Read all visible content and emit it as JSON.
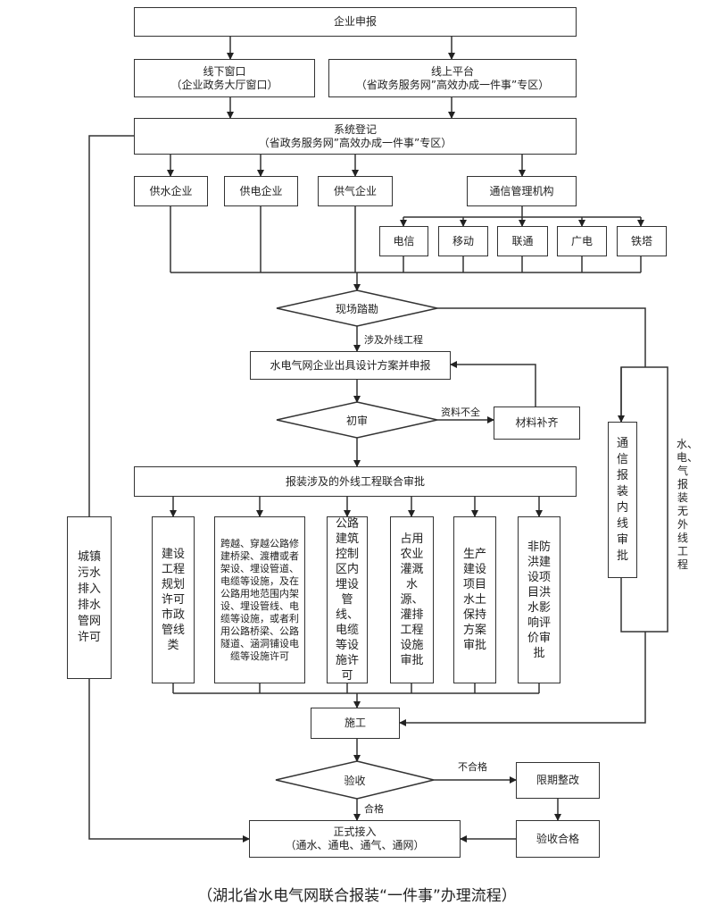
{
  "nodes": {
    "enterprise_apply": "企业申报",
    "offline": {
      "title": "线下窗口",
      "sub": "（企业政务大厅窗口）"
    },
    "online": {
      "title": "线上平台",
      "sub": "（省政务服务网”高效办成一件事”专区）"
    },
    "register": {
      "title": "系统登记",
      "sub": "（省政务服务网”高效办成一件事”专区）"
    },
    "water": "供水企业",
    "power": "供电企业",
    "gas": "供气企业",
    "telecom_admin": "通信管理机构",
    "carriers": [
      "电信",
      "移动",
      "联通",
      "广电",
      "铁塔"
    ],
    "survey": "现场踏勘",
    "external_label": "涉及外线工程",
    "design": "水电气网企业出具设计方案并申报",
    "prelim": "初审",
    "incomplete_label": "资料不全",
    "supplement": "材料补齐",
    "joint_approval": "报装涉及的外线工程联合审批",
    "approvals": [
      "建设工程规划许可市政管线类",
      "跨越、穿越公路修建桥梁、渡槽或者架设、埋设管道、电缆等设施，及在公路用地范围内架设、埋设管线、电缆等设施，或者利用公路桥梁、公路隧道、涵洞铺设电缆等设施许可",
      "公路建筑控制区内埋设管线、电缆等设施许可",
      "占用农业灌溉水源、灌排工程设施审批",
      "生产建设项目水土保持方案审批",
      "非防洪建设项目洪水影响评价审批"
    ],
    "sewage": "城镇污水排入排水管网许可",
    "telecom_inner": "通信报装内线审批",
    "no_external_label": "水、电、气报装无外线工程",
    "construction": "施工",
    "acceptance": "验收",
    "fail_label": "不合格",
    "rectify": "限期整改",
    "accepted": "验收合格",
    "pass_label": "合格",
    "connect": {
      "title": "正式接入",
      "sub": "（通水、通电、通气、通网）"
    }
  },
  "caption": "（湖北省水电气网联合报装“一件事”办理流程）"
}
